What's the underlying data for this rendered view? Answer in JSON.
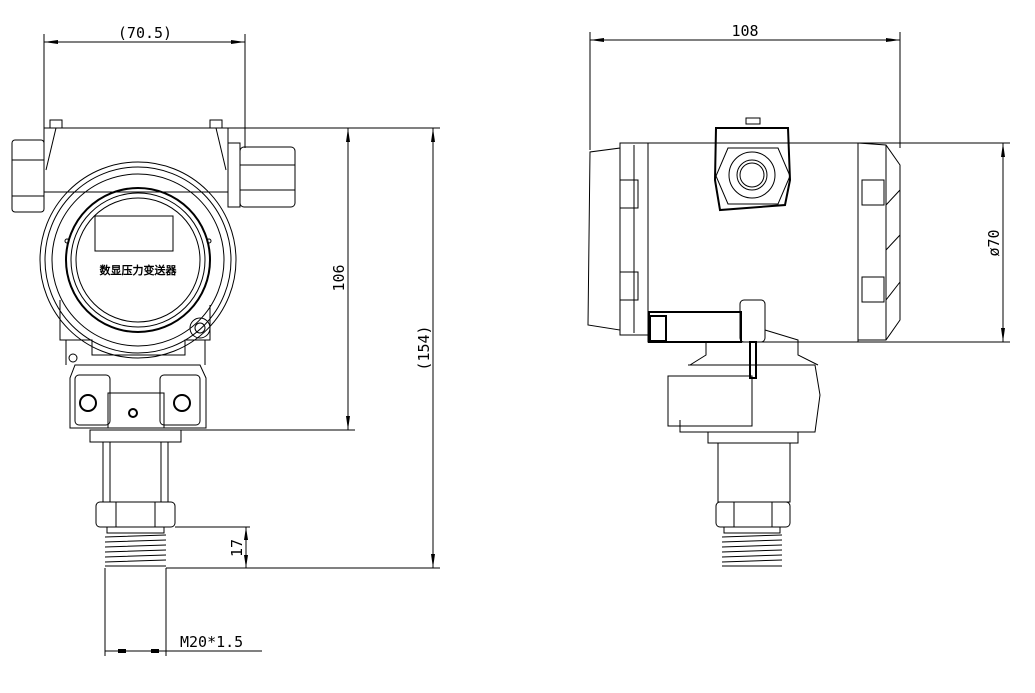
{
  "front_view": {
    "display_label": "数显压力变送器",
    "dimensions": {
      "width": "(70.5)",
      "housing_height": "106",
      "overall_height": "(154)",
      "thread_length": "17",
      "thread_spec": "M20*1.5"
    }
  },
  "side_view": {
    "dimensions": {
      "overall_width": "108",
      "diameter": "ø70"
    }
  }
}
